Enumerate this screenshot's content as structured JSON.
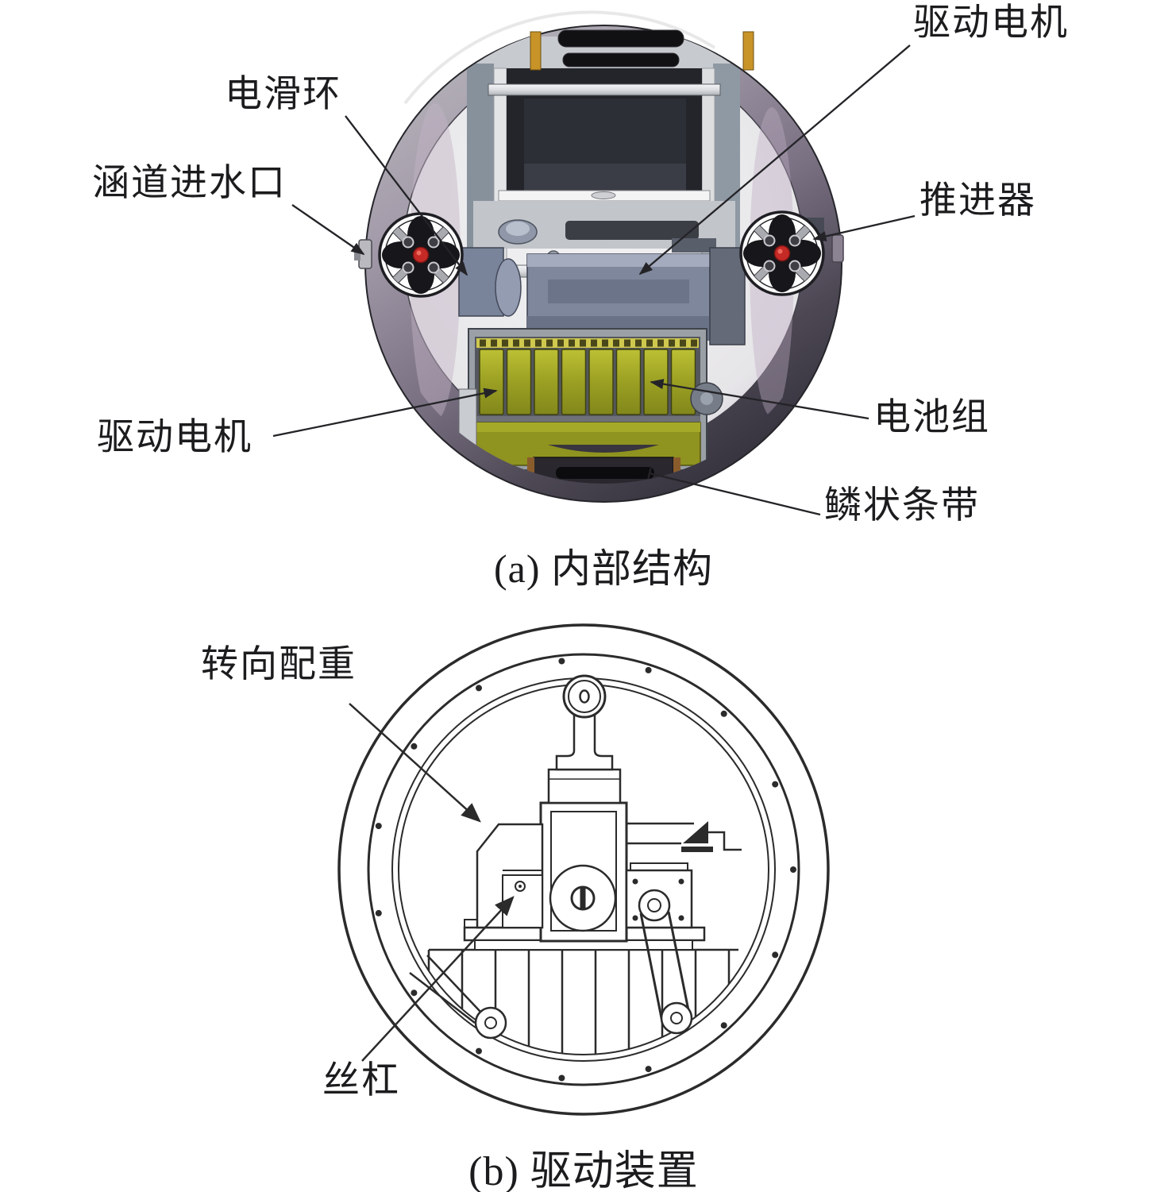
{
  "figure_a": {
    "caption": "(a) 内部结构",
    "labels": {
      "slip_ring": "电滑环",
      "duct_inlet": "涵道进水口",
      "drive_motor_top": "驱动电机",
      "thruster": "推进器",
      "drive_motor_left": "驱动电机",
      "battery_pack": "电池组",
      "scale_strip": "鳞状条带"
    }
  },
  "figure_b": {
    "caption": "(b) 驱动装置",
    "labels": {
      "steering_counterweight": "转向配重",
      "lead_screw": "丝杠"
    }
  },
  "colors": {
    "background": "#ffffff",
    "line_art": "#2b2b2b",
    "label_text": "#1c1c1e",
    "shell_dark": "#3b3842",
    "shell_light": "#b9b9bd",
    "battery_cell": "#a3a829",
    "propeller_hub": "#c62a26",
    "accent_strip": "#8a5c2c",
    "grille_black": "#111114",
    "motor_slate": "#7e879b"
  }
}
